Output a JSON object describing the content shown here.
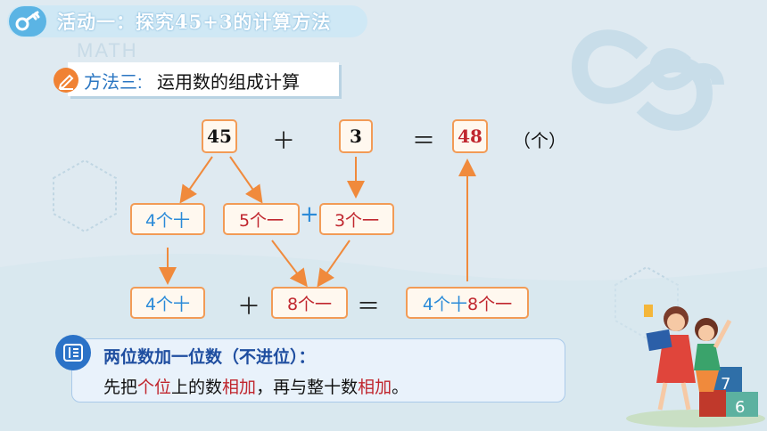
{
  "title": "活动一：探究45+3的计算方法",
  "watermark": "MATH",
  "method": {
    "label": "方法三:",
    "desc": "运用数的组成计算"
  },
  "row1": {
    "a": "45",
    "plus": "＋",
    "b": "3",
    "eq": "＝",
    "result": "48",
    "unit": "（个）"
  },
  "row2": {
    "tens": "4个十",
    "ones_a": "5个一",
    "plus": "+",
    "ones_b": "3个一"
  },
  "row3": {
    "tens": "4个十",
    "plus": "＋",
    "ones": "8个一",
    "eq": "＝",
    "combined_tens": "4个十",
    "combined_ones": "8个一"
  },
  "rule": {
    "title": "两位数加一位数（不进位）：",
    "parts": [
      "先把",
      "个位",
      "上的数",
      "相加",
      "，再与整十数",
      "相加",
      "。"
    ]
  },
  "colors": {
    "accent_orange": "#f29b56",
    "blue": "#2a8ad8",
    "red": "#c0262e",
    "bg": "#dfeaf1"
  },
  "illustration": {
    "block_digits": [
      "7",
      "6"
    ]
  }
}
